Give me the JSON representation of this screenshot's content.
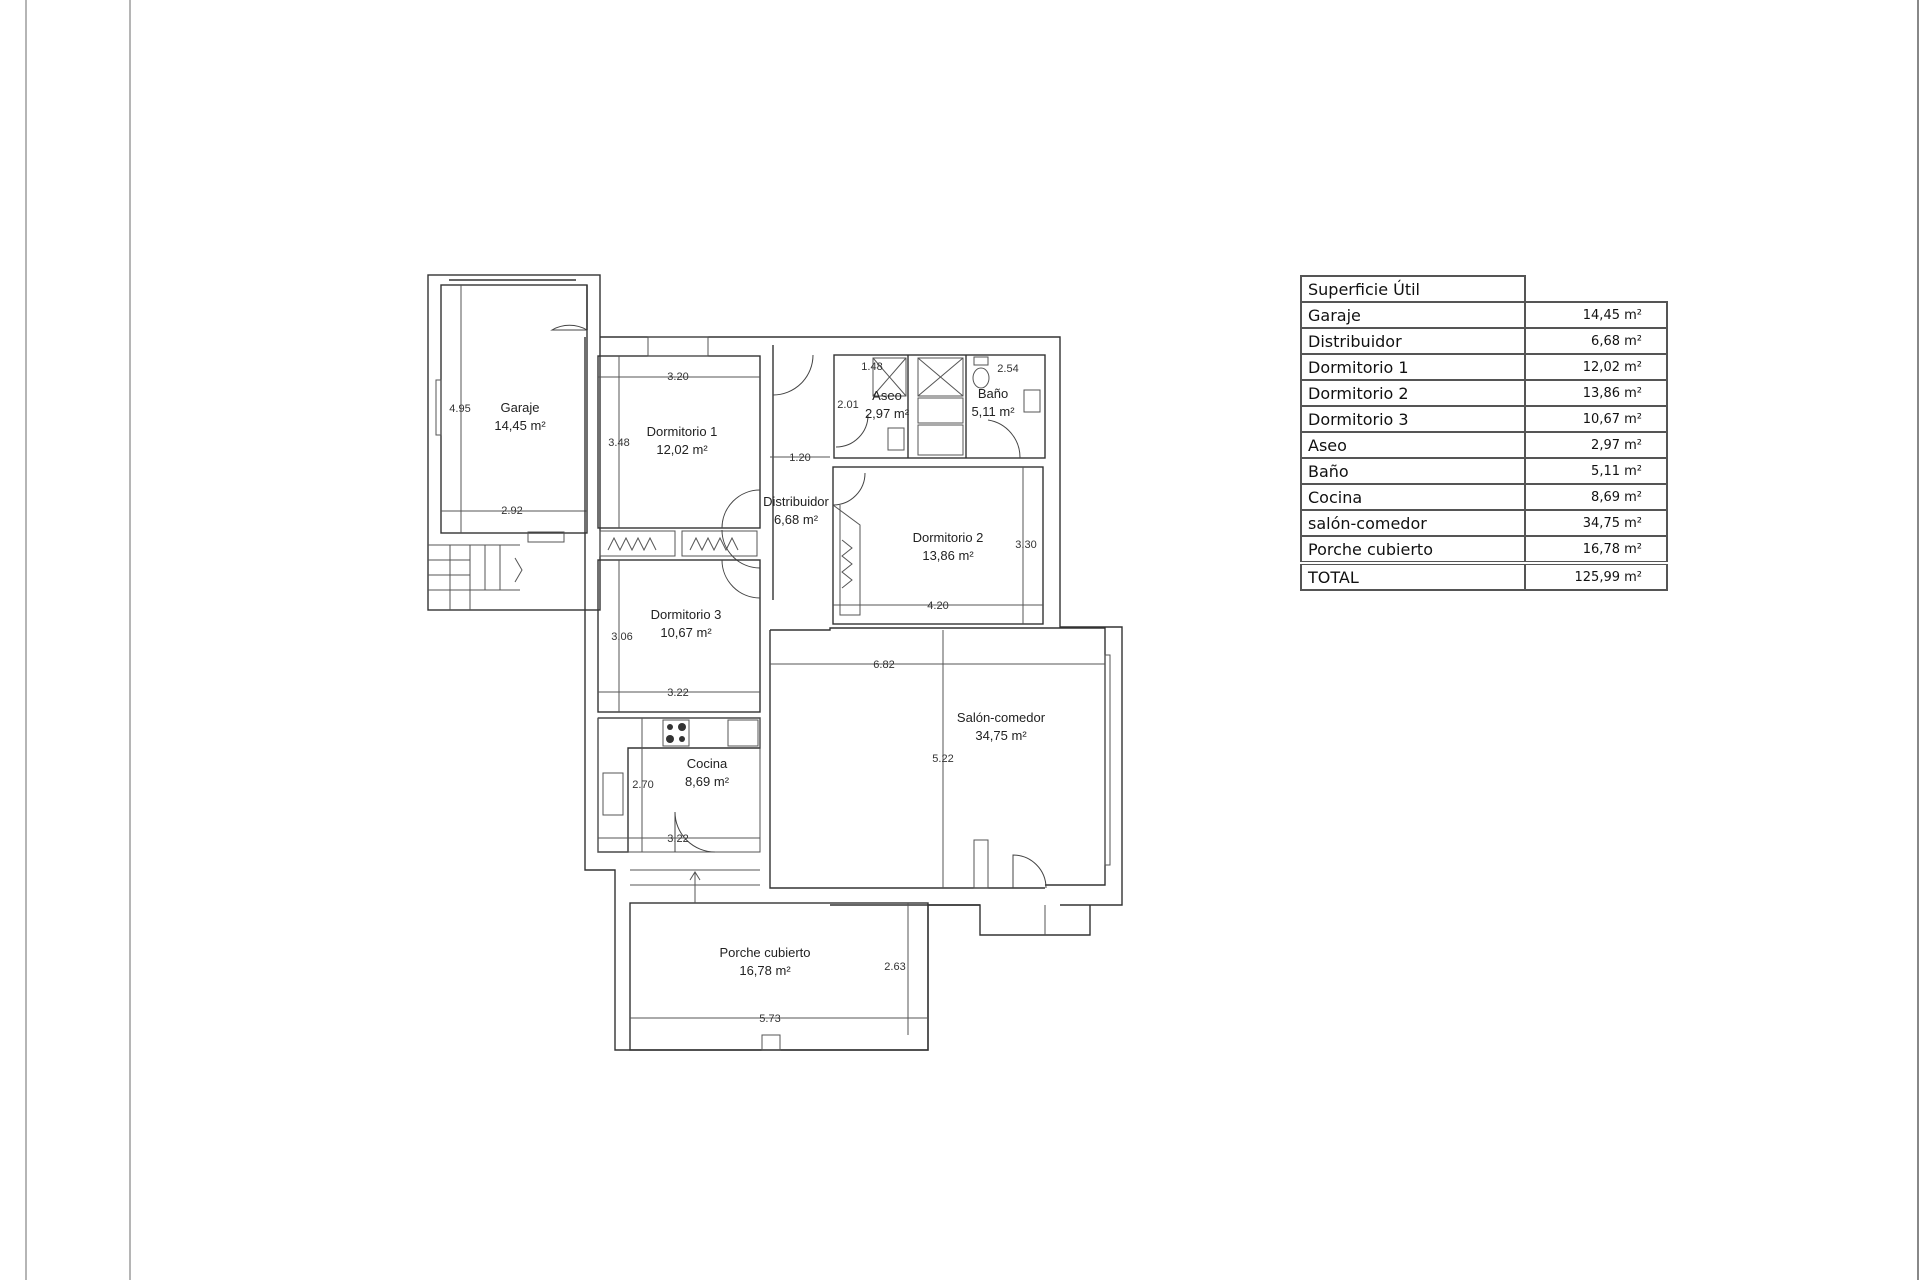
{
  "page": {
    "margin_lines_x": [
      25,
      130,
      1918
    ]
  },
  "plan": {
    "rooms": [
      {
        "name": "Garaje",
        "area": "14,45 m²"
      },
      {
        "name": "Dormitorio 1",
        "area": "12,02 m²"
      },
      {
        "name": "Distribuidor",
        "area": "6,68 m²"
      },
      {
        "name": "Aseo",
        "area": "2,97 m²"
      },
      {
        "name": "Baño",
        "area": "5,11 m²"
      },
      {
        "name": "Dormitorio 2",
        "area": "13,86 m²"
      },
      {
        "name": "Dormitorio 3",
        "area": "10,67 m²"
      },
      {
        "name": "Cocina",
        "area": "8,69 m²"
      },
      {
        "name": "Salón-comedor",
        "area": "34,75 m²"
      },
      {
        "name": "Porche cubierto",
        "area": "16,78 m²"
      }
    ],
    "dimensions": {
      "garaje_h": "4.95",
      "garaje_w": "2.92",
      "dorm1_w": "3.20",
      "dorm1_h": "3.48",
      "dist_w": "1.20",
      "aseo_w": "1.48",
      "aseo_h": "2.01",
      "bano_w": "2.54",
      "dorm2_h": "3.30",
      "dorm2_w": "4.20",
      "dorm3_h": "3.06",
      "dorm3_w": "3.22",
      "salon_w": "6.82",
      "salon_h": "5.22",
      "cocina_h": "2.70",
      "cocina_w": "3.22",
      "porche_h": "2.63",
      "porche_w": "5.73"
    }
  },
  "table": {
    "title": "Superficie Útil",
    "rows": [
      {
        "label": "Garaje",
        "value": "14,45 m²"
      },
      {
        "label": "Distribuidor",
        "value": "6,68 m²"
      },
      {
        "label": "Dormitorio 1",
        "value": "12,02 m²"
      },
      {
        "label": "Dormitorio 2",
        "value": "13,86 m²"
      },
      {
        "label": "Dormitorio 3",
        "value": "10,67 m²"
      },
      {
        "label": "Aseo",
        "value": "2,97 m²"
      },
      {
        "label": "Baño",
        "value": "5,11 m²"
      },
      {
        "label": "Cocina",
        "value": "8,69 m²"
      },
      {
        "label": "salón-comedor",
        "value": "34,75 m²"
      },
      {
        "label": "Porche cubierto",
        "value": "16,78 m²"
      }
    ],
    "total": {
      "label": "TOTAL",
      "value": "125,99 m²"
    }
  }
}
